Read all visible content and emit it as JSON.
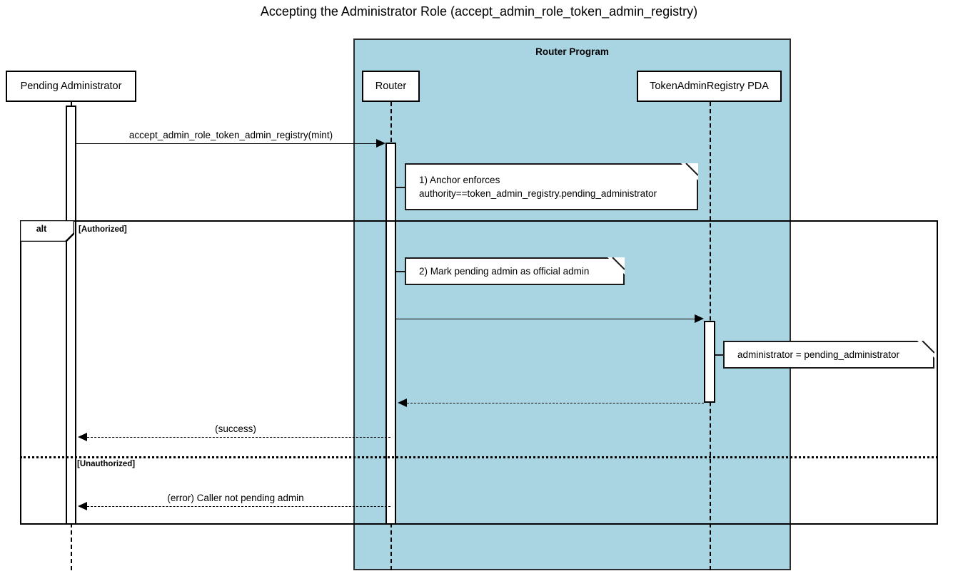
{
  "diagram": {
    "title": "Accepting the Administrator Role (accept_admin_role_token_admin_registry)",
    "type": "uml-sequence-diagram"
  },
  "group": {
    "label": "Router Program",
    "fill_color": "#a9d5e3",
    "border_color": "#2d2d2d"
  },
  "participants": [
    {
      "id": "pending-administrator",
      "label": "Pending Administrator",
      "in_group": false
    },
    {
      "id": "router",
      "label": "Router",
      "in_group": true
    },
    {
      "id": "token-admin-registry-pda",
      "label": "TokenAdminRegistry PDA",
      "in_group": true
    }
  ],
  "messages": [
    {
      "id": "call-accept-admin-role",
      "label": "accept_admin_role_token_admin_registry(mint)",
      "from": "pending-administrator",
      "to": "router",
      "style": "solid",
      "direction": "right"
    },
    {
      "id": "call-update-registry",
      "label": "",
      "from": "router",
      "to": "token-admin-registry-pda",
      "style": "solid",
      "direction": "right"
    },
    {
      "id": "return-registry",
      "label": "",
      "from": "token-admin-registry-pda",
      "to": "router",
      "style": "dashed",
      "direction": "left"
    },
    {
      "id": "return-success",
      "label": "(success)",
      "from": "router",
      "to": "pending-administrator",
      "style": "dashed",
      "direction": "left"
    },
    {
      "id": "return-error",
      "label": "(error) Caller not pending admin",
      "from": "router",
      "to": "pending-administrator",
      "style": "dashed",
      "direction": "left"
    }
  ],
  "notes": [
    {
      "id": "note-anchor-enforces",
      "text": "1) Anchor enforces\nauthority==token_admin_registry.pending_administrator",
      "attached_to": "router"
    },
    {
      "id": "note-mark-pending-admin",
      "text": "2) Mark pending admin as official admin",
      "attached_to": "router"
    },
    {
      "id": "note-administrator-assign",
      "text": "administrator = pending_administrator",
      "attached_to": "token-admin-registry-pda"
    }
  ],
  "fragment": {
    "operator": "alt",
    "guards": [
      {
        "id": "guard-authorized",
        "label": "[Authorized]"
      },
      {
        "id": "guard-unauthorized",
        "label": "[Unauthorized]"
      }
    ]
  }
}
